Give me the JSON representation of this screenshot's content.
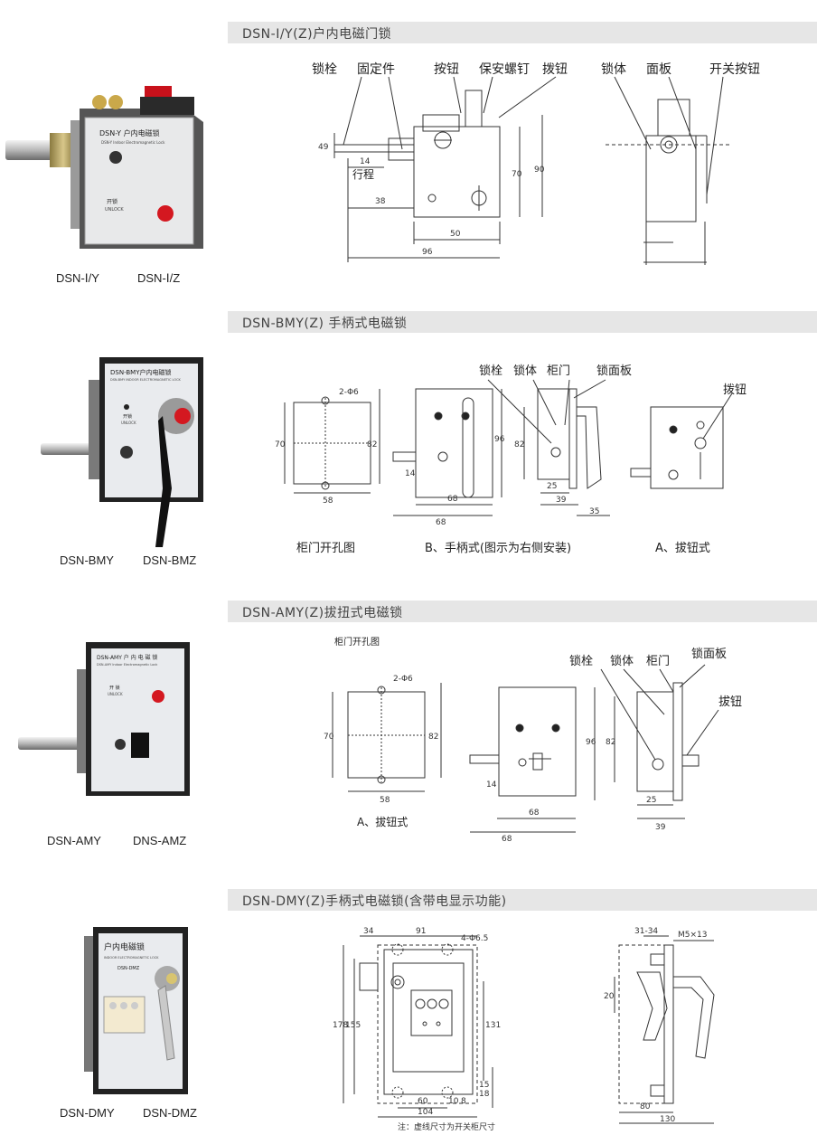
{
  "sections": [
    {
      "header": "DSN-Ⅰ/Y(Z)户内电磁门锁",
      "models": [
        "DSN-Ⅰ/Y",
        "DSN-Ⅰ/Z"
      ],
      "panel": {
        "title": "DSN-Y 户内电磁锁",
        "subtitle": "DSN-Y Indoor Electromagnetic Lock",
        "unlock_cn": "开锁",
        "unlock_en": "UNLOCK"
      },
      "labels": {
        "bolt": "锁栓",
        "fixing": "固定件",
        "button": "按钮",
        "screw": "保安螺钉",
        "knob": "拨钮",
        "body": "锁体",
        "panel": "面板",
        "switch_button": "开关按钮",
        "stroke": "行程"
      },
      "dims": {
        "d49": "49",
        "d14": "14",
        "d38": "38",
        "d50": "50",
        "d96": "96",
        "d70": "70",
        "d90": "90"
      }
    },
    {
      "header": "DSN-BMY(Z) 手柄式电磁锁",
      "models": [
        "DSN-BMY",
        "DSN-BMZ"
      ],
      "panel": {
        "title": "DSN-BMY户内电磁锁",
        "subtitle": "DSN-BMY INDOOR ELECTROMAGNETIC LOCK",
        "unlock_cn": "开锁",
        "unlock_en": "UNLOCK"
      },
      "labels": {
        "bolt": "锁栓",
        "body": "锁体",
        "door": "柜门",
        "lock_panel": "锁面板",
        "knob": "拨钮",
        "hole_spec": "2-Φ6"
      },
      "captions": {
        "cutout": "柜门开孔图",
        "handle": "B、手柄式(图示为右侧安装)",
        "knob_type": "A、拔钮式"
      },
      "dims": {
        "d70": "70",
        "d82": "82",
        "d58": "58",
        "d96": "96",
        "d82b": "82",
        "d14": "14",
        "d68a": "68",
        "d68b": "68",
        "d25": "25",
        "d39": "39",
        "d35": "35"
      }
    },
    {
      "header": "DSN-AMY(Z)拔扭式电磁锁",
      "models": [
        "DSN-AMY",
        "DNS-AMZ"
      ],
      "panel": {
        "title": "DSN-AMY 户 内 电 磁 锁",
        "subtitle": "DSN-AMY Indoor Electromagnetic Lock",
        "unlock_cn": "开 锁",
        "unlock_en": "UNLOCK"
      },
      "labels": {
        "cutout_title": "柜门开孔图",
        "bolt": "锁栓",
        "body": "锁体",
        "door": "柜门",
        "lock_panel": "锁面板",
        "knob": "拔钮",
        "hole_spec": "2-Φ6"
      },
      "captions": {
        "knob_type": "A、拔钮式"
      },
      "dims": {
        "d70": "70",
        "d82": "82",
        "d58": "58",
        "d96": "96",
        "d82b": "82",
        "d14": "14",
        "d68a": "68",
        "d68b": "68",
        "d25": "25",
        "d39": "39"
      }
    },
    {
      "header": "DSN-DMY(Z)手柄式电磁锁(含带电显示功能)",
      "models": [
        "DSN-DMY",
        "DSN-DMZ"
      ],
      "panel": {
        "title": "户内电磁锁",
        "subtitle": "INDOOR ELECTROMAGNETIC LOCK",
        "model_line": "DSN-DMZ"
      },
      "labels": {
        "hole_spec": "4-Φ6.5",
        "bolt_spec": "M5×13"
      },
      "dims": {
        "d34": "34",
        "d91": "91",
        "d178": "178",
        "d155": "155",
        "d131": "131",
        "d15": "15",
        "d18": "18",
        "d60": "60",
        "d10": "10",
        "d8": "8",
        "d104": "104",
        "d31_34": "31-34",
        "d20": "20",
        "d80": "80",
        "d130": "130"
      },
      "note": "注：虚线尺寸为开关柜尺寸"
    }
  ]
}
